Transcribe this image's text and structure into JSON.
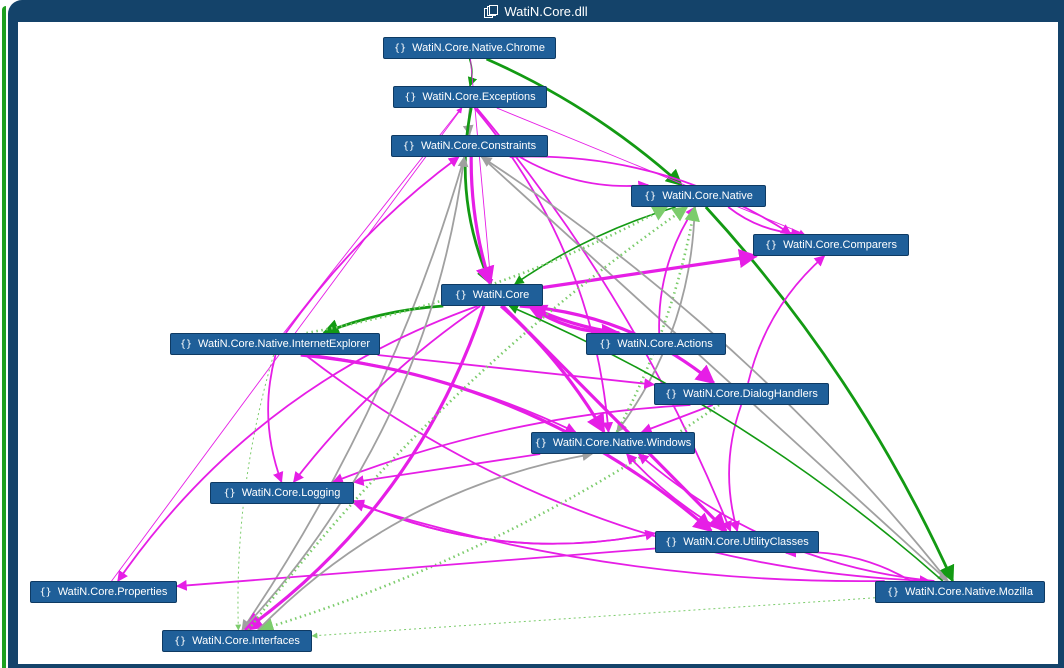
{
  "window": {
    "title": "WatiN.Core.dll",
    "icon": "assembly-icon"
  },
  "namespace_icon": "{}",
  "nodes": [
    {
      "id": "chrome",
      "label": "WatiN.Core.Native.Chrome"
    },
    {
      "id": "exceptions",
      "label": "WatiN.Core.Exceptions"
    },
    {
      "id": "constraints",
      "label": "WatiN.Core.Constraints"
    },
    {
      "id": "native",
      "label": "WatiN.Core.Native"
    },
    {
      "id": "comparers",
      "label": "WatiN.Core.Comparers"
    },
    {
      "id": "core",
      "label": "WatiN.Core"
    },
    {
      "id": "ie",
      "label": "WatiN.Core.Native.InternetExplorer"
    },
    {
      "id": "actions",
      "label": "WatiN.Core.Actions"
    },
    {
      "id": "dialog",
      "label": "WatiN.Core.DialogHandlers"
    },
    {
      "id": "windows",
      "label": "WatiN.Core.Native.Windows"
    },
    {
      "id": "logging",
      "label": "WatiN.Core.Logging"
    },
    {
      "id": "utility",
      "label": "WatiN.Core.UtilityClasses"
    },
    {
      "id": "properties",
      "label": "WatiN.Core.Properties"
    },
    {
      "id": "mozilla",
      "label": "WatiN.Core.Native.Mozilla"
    },
    {
      "id": "interfaces",
      "label": "WatiN.Core.Interfaces"
    }
  ],
  "colors": {
    "magenta": "#e61ee6",
    "green": "#139a13",
    "gray": "#a0a0a0",
    "dotted_green": "#7ccc6c",
    "node": "#1f5f99",
    "frame": "#14436a"
  },
  "edges": [
    {
      "from": "chrome",
      "to": "exceptions",
      "kind": "green"
    },
    {
      "from": "chrome",
      "to": "native",
      "kind": "green-thick"
    },
    {
      "from": "chrome",
      "to": "core",
      "kind": "magenta-thin"
    },
    {
      "from": "exceptions",
      "to": "constraints",
      "kind": "gray"
    },
    {
      "from": "exceptions",
      "to": "core",
      "kind": "green-thick"
    },
    {
      "from": "exceptions",
      "to": "windows",
      "kind": "magenta"
    },
    {
      "from": "exceptions",
      "to": "utility",
      "kind": "magenta"
    },
    {
      "from": "exceptions",
      "to": "comparers",
      "kind": "magenta-thin"
    },
    {
      "from": "constraints",
      "to": "core",
      "kind": "magenta-thick"
    },
    {
      "from": "constraints",
      "to": "native",
      "kind": "magenta"
    },
    {
      "from": "constraints",
      "to": "comparers",
      "kind": "magenta"
    },
    {
      "from": "constraints",
      "to": "interfaces",
      "kind": "gray"
    },
    {
      "from": "constraints",
      "to": "mozilla",
      "kind": "gray"
    },
    {
      "from": "native",
      "to": "core",
      "kind": "green"
    },
    {
      "from": "native",
      "to": "comparers",
      "kind": "magenta"
    },
    {
      "from": "native",
      "to": "windows",
      "kind": "gray"
    },
    {
      "from": "native",
      "to": "mozilla",
      "kind": "green-thick"
    },
    {
      "from": "core",
      "to": "comparers",
      "kind": "magenta-thick"
    },
    {
      "from": "core",
      "to": "ie",
      "kind": "green-thick"
    },
    {
      "from": "core",
      "to": "actions",
      "kind": "magenta-thick"
    },
    {
      "from": "core",
      "to": "dialog",
      "kind": "magenta-thick"
    },
    {
      "from": "core",
      "to": "windows",
      "kind": "magenta-thick"
    },
    {
      "from": "core",
      "to": "utility",
      "kind": "magenta-thick"
    },
    {
      "from": "core",
      "to": "logging",
      "kind": "magenta"
    },
    {
      "from": "core",
      "to": "properties",
      "kind": "magenta"
    },
    {
      "from": "core",
      "to": "interfaces",
      "kind": "magenta-thick"
    },
    {
      "from": "ie",
      "to": "constraints",
      "kind": "magenta"
    },
    {
      "from": "ie",
      "to": "exceptions",
      "kind": "magenta-thin"
    },
    {
      "from": "ie",
      "to": "native",
      "kind": "dotted"
    },
    {
      "from": "ie",
      "to": "logging",
      "kind": "magenta"
    },
    {
      "from": "ie",
      "to": "utility",
      "kind": "magenta-thick"
    },
    {
      "from": "ie",
      "to": "windows",
      "kind": "magenta"
    },
    {
      "from": "ie",
      "to": "dialog",
      "kind": "magenta"
    },
    {
      "from": "ie",
      "to": "interfaces",
      "kind": "dotted-thin"
    },
    {
      "from": "ie",
      "to": "mozilla",
      "kind": "magenta"
    },
    {
      "from": "actions",
      "to": "native",
      "kind": "magenta"
    },
    {
      "from": "actions",
      "to": "core",
      "kind": "magenta-thick"
    },
    {
      "from": "dialog",
      "to": "windows",
      "kind": "magenta"
    },
    {
      "from": "dialog",
      "to": "logging",
      "kind": "magenta"
    },
    {
      "from": "dialog",
      "to": "utility",
      "kind": "magenta"
    },
    {
      "from": "dialog",
      "to": "comparers",
      "kind": "magenta"
    },
    {
      "from": "dialog",
      "to": "interfaces",
      "kind": "dotted"
    },
    {
      "from": "windows",
      "to": "logging",
      "kind": "magenta"
    },
    {
      "from": "windows",
      "to": "native",
      "kind": "dotted"
    },
    {
      "from": "logging",
      "to": "utility",
      "kind": "magenta"
    },
    {
      "from": "utility",
      "to": "logging",
      "kind": "magenta"
    },
    {
      "from": "utility",
      "to": "windows",
      "kind": "magenta"
    },
    {
      "from": "utility",
      "to": "properties",
      "kind": "magenta"
    },
    {
      "from": "mozilla",
      "to": "core",
      "kind": "green"
    },
    {
      "from": "mozilla",
      "to": "utility",
      "kind": "magenta"
    },
    {
      "from": "mozilla",
      "to": "windows",
      "kind": "magenta"
    },
    {
      "from": "mozilla",
      "to": "logging",
      "kind": "magenta"
    },
    {
      "from": "mozilla",
      "to": "interfaces",
      "kind": "dotted-thin"
    },
    {
      "from": "mozilla",
      "to": "constraints",
      "kind": "gray"
    },
    {
      "from": "interfaces",
      "to": "constraints",
      "kind": "gray"
    },
    {
      "from": "interfaces",
      "to": "windows",
      "kind": "gray"
    },
    {
      "from": "interfaces",
      "to": "native",
      "kind": "dotted"
    },
    {
      "from": "properties",
      "to": "exceptions",
      "kind": "magenta-thin"
    }
  ]
}
